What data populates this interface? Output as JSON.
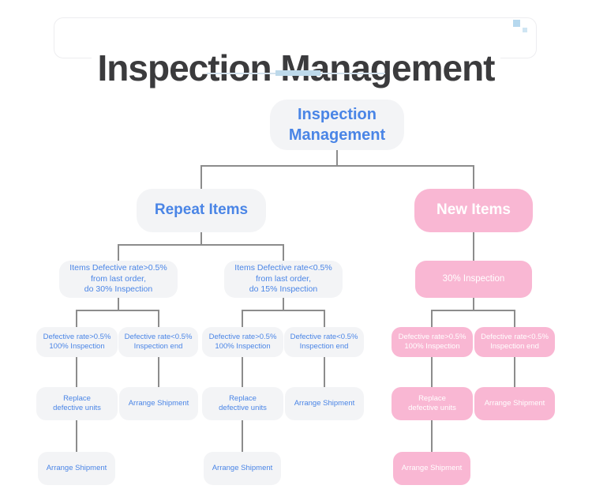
{
  "header": {
    "title": "Inspection Management"
  },
  "palette": {
    "accent_blue": "#4a85e6",
    "node_gray": "#f3f4f6",
    "pink": "#f9b7d3",
    "pink_text": "#ffffff",
    "connector_gray": "#8c8c8c",
    "underline_blue": "#bdd9ea",
    "title_color": "#3b3b3d"
  },
  "nodes": {
    "root": {
      "label": "Inspection\nManagement"
    },
    "repeat_items": {
      "label": "Repeat Items"
    },
    "new_items": {
      "label": "New Items"
    },
    "repeat_high_rate": {
      "label": "Items Defective rate>0.5%\nfrom last order,\ndo 30% Inspection"
    },
    "repeat_low_rate": {
      "label": "Items Defective rate<0.5%\nfrom last order,\ndo 15% Inspection"
    },
    "new_inspection": {
      "label": "30% Inspection"
    },
    "a_check": {
      "label": "Defective rate>0.5%\n100% Inspection"
    },
    "b_check": {
      "label": "Defective rate<0.5%\nInspection end"
    },
    "c_check": {
      "label": "Defective rate>0.5%\n100% Inspection"
    },
    "d_check": {
      "label": "Defective rate<0.5%\nInspection end"
    },
    "e_check": {
      "label": "Defective rate>0.5%\n100% Inspection"
    },
    "f_check": {
      "label": "Defective rate<0.5%\nInspection end"
    },
    "a_replace": {
      "label": "Replace\ndefective units"
    },
    "b_ship": {
      "label": "Arrange Shipment"
    },
    "c_replace": {
      "label": "Replace\ndefective units"
    },
    "d_ship": {
      "label": "Arrange Shipment"
    },
    "e_replace": {
      "label": "Replace\ndefective units"
    },
    "f_ship": {
      "label": "Arrange Shipment"
    },
    "a_ship": {
      "label": "Arrange Shipment"
    },
    "c_ship": {
      "label": "Arrange Shipment"
    },
    "e_ship": {
      "label": "Arrange Shipment"
    }
  },
  "tree": {
    "root": "Inspection Management",
    "branches": [
      {
        "name": "Repeat Items",
        "children": [
          {
            "condition": "Items Defective rate>0.5% from last order, do 30% Inspection",
            "outcomes": [
              {
                "steps": [
                  "Defective rate>0.5% 100% Inspection",
                  "Replace defective units",
                  "Arrange Shipment"
                ]
              },
              {
                "steps": [
                  "Defective rate<0.5% Inspection end",
                  "Arrange Shipment"
                ]
              }
            ]
          },
          {
            "condition": "Items Defective rate<0.5% from last order, do 15% Inspection",
            "outcomes": [
              {
                "steps": [
                  "Defective rate>0.5% 100% Inspection",
                  "Replace defective units",
                  "Arrange Shipment"
                ]
              },
              {
                "steps": [
                  "Defective rate<0.5% Inspection end",
                  "Arrange Shipment"
                ]
              }
            ]
          }
        ]
      },
      {
        "name": "New Items",
        "children": [
          {
            "condition": "30% Inspection",
            "outcomes": [
              {
                "steps": [
                  "Defective rate>0.5% 100% Inspection",
                  "Replace defective units",
                  "Arrange Shipment"
                ]
              },
              {
                "steps": [
                  "Defective rate<0.5% Inspection end",
                  "Arrange Shipment"
                ]
              }
            ]
          }
        ]
      }
    ]
  }
}
